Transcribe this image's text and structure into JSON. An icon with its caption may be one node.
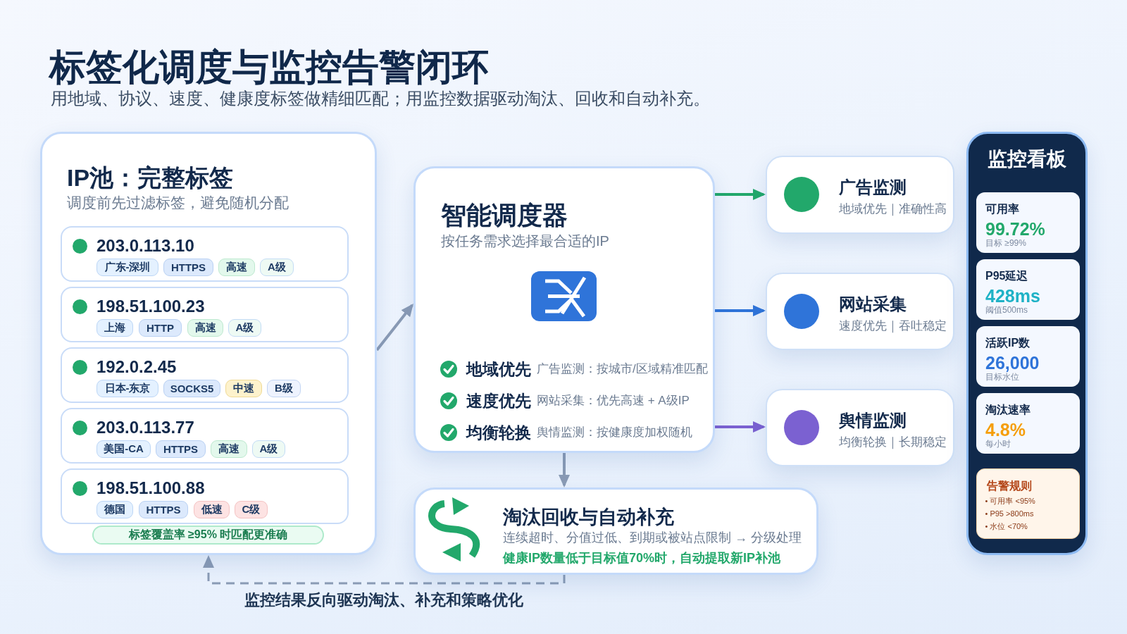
{
  "diagram": {
    "title": "标签化调度与监控告警闭环",
    "nodes": [
      {
        "text": [
          "IP池：完整标签",
          "调度前先过滤标签，避免随机分配"
        ]
      },
      {
        "text": [
          "203.0.113.10"
        ],
        "in": 0
      },
      {
        "text": [
          "广东-深圳"
        ],
        "in": 1
      },
      {
        "text": [
          "HTTPS"
        ],
        "in": 1
      },
      {
        "text": [
          "高速"
        ],
        "in": 1
      },
      {
        "text": [
          "A级"
        ],
        "in": 1
      },
      {
        "text": [
          "198.51.100.23"
        ],
        "in": 0
      },
      {
        "text": [
          "上海"
        ],
        "in": 6
      },
      {
        "text": [
          "HTTP"
        ],
        "in": 6
      },
      {
        "text": [
          "高速"
        ],
        "in": 6
      },
      {
        "text": [
          "A级"
        ],
        "in": 6
      },
      {
        "text": [
          "192.0.2.45"
        ],
        "in": 0
      },
      {
        "text": [
          "日本-东京"
        ],
        "in": 11
      },
      {
        "text": [
          "SOCKS5"
        ],
        "in": 11
      },
      {
        "text": [
          "中速"
        ],
        "in": 11
      },
      {
        "text": [
          "B级"
        ],
        "in": 11
      },
      {
        "text": [
          "203.0.113.77"
        ],
        "in": 0
      },
      {
        "text": [
          "美国-CA"
        ],
        "in": 16
      },
      {
        "text": [
          "HTTPS"
        ],
        "in": 16
      },
      {
        "text": [
          "高速"
        ],
        "in": 16
      },
      {
        "text": [
          "A级"
        ],
        "in": 16
      },
      {
        "text": [
          "198.51.100.88"
        ],
        "in": 0
      },
      {
        "text": [
          "德国"
        ],
        "in": 21
      },
      {
        "text": [
          "HTTPS"
        ],
        "in": 21
      },
      {
        "text": [
          "低速"
        ],
        "in": 21
      },
      {
        "text": [
          "C级"
        ],
        "in": 21
      },
      {
        "text": [
          "标签覆盖率 ≥95% 时匹配更准确"
        ],
        "in": 0
      },
      {
        "text": [
          "智能调度器",
          "按任务需求选择最合适的IP",
          "地域优先",
          "广告监测：按城市/区域精准匹配",
          "速度优先",
          "网站采集：优先高速 + A级IP",
          "均衡轮换",
          "舆情监测：按健康度加权随机"
        ]
      },
      {
        "text": [
          "广告监测",
          "地域优先｜准确性高"
        ]
      },
      {
        "text": [
          "网站采集",
          "速度优先｜吞吐稳定"
        ]
      },
      {
        "text": [
          "舆情监测",
          "均衡轮换｜长期稳定"
        ]
      },
      {
        "text": [
          "监控看板"
        ]
      },
      {
        "text": [
          "可用率",
          "99.72%",
          "目标 ≥99%"
        ],
        "in": 31
      },
      {
        "text": [
          "P95延迟",
          "428ms",
          "阈值500ms"
        ],
        "in": 31
      },
      {
        "text": [
          "活跃IP数",
          "26,000",
          "目标水位"
        ],
        "in": 31
      },
      {
        "text": [
          "淘汰速率",
          "4.8%",
          "每小时"
        ],
        "in": 31
      },
      {
        "text": [
          "告警规则",
          "• 可用率 <95%",
          "• P95 >800ms",
          "• 水位 <70%"
        ],
        "in": 31
      },
      {
        "text": [
          "淘汰回收与自动补充",
          "连续超时、分值过低、到期或被站点限制 → 分级处理",
          "健康IP数量低于目标值70%时，自动提取新IP补池"
        ]
      }
    ],
    "edges": [
      {
        "from": 0,
        "to": 27,
        "arrow": "to"
      },
      {
        "from": 27,
        "to": 28,
        "arrow": "to",
        "color": "#22a86b"
      },
      {
        "from": 27,
        "to": 29,
        "arrow": "to",
        "color": "#2f74d9"
      },
      {
        "from": 27,
        "to": 30,
        "arrow": "to",
        "color": "#7b61d1"
      },
      {
        "from": 27,
        "to": 37,
        "arrow": "to"
      },
      {
        "from": 37,
        "to": 0,
        "arrow": "to",
        "style": "dashed",
        "label": "监控结果反向驱动淘汰、补充和策略优化"
      }
    ],
    "labels": [
      "用地域、协议、速度、健康度标签做精细匹配；用监控数据驱动淘汰、回收和自动补充。"
    ]
  }
}
